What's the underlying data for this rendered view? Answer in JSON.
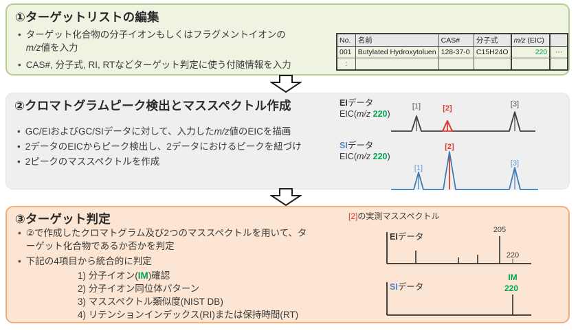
{
  "ui": {
    "bullet_char": "•"
  },
  "colors": {
    "step1_bg": "#eef3e2",
    "step1_border": "#b5cd8e",
    "step2_bg": "#efeff0",
    "step2_border": "#e3e3e5",
    "step3_bg": "#fce5d2",
    "step3_border": "#f0ad7e",
    "green_accent": "#00a651",
    "red_accent": "#e0392f",
    "blue_accent": "#4a86c8",
    "dark_line": "#3f3f3f",
    "blue_line": "#3e7cb6"
  },
  "step1": {
    "title": "①ターゲットリストの編集",
    "bullets": [
      [
        {
          "t": "ターゲット化合物の分子イオンもしくはフラグメントイオンの"
        },
        {
          "t": "m/z",
          "c": "i"
        },
        {
          "t": "値を入力"
        }
      ],
      [
        {
          "t": "CAS#, 分子式, RI, RTなどターゲット判定に使う付随情報を入力"
        }
      ]
    ],
    "table": {
      "headers": [
        "No.",
        "名前",
        "CAS#",
        "分子式",
        "",
        ""
      ],
      "header_mz": [
        {
          "t": "m/z",
          "c": "i"
        },
        {
          "t": " (EIC)"
        }
      ],
      "rows": [
        [
          "001",
          "Butylated Hydroxytoluen",
          "128-37-0",
          "C15H24O",
          "220",
          "⋯"
        ],
        [
          ":",
          "",
          "",
          "",
          "",
          ""
        ]
      ]
    }
  },
  "step2": {
    "title": "②クロマトグラムピーク検出とマススペクトル作成",
    "bullets": [
      [
        {
          "t": "GC/EIおよびGC/SIデータに対して、入力した"
        },
        {
          "t": "m/z",
          "c": "i"
        },
        {
          "t": "値のEICを描画"
        }
      ],
      [
        {
          "t": "2データのEICからピーク検出し、2データにおけるピークを紐づけ"
        }
      ],
      [
        {
          "t": "2ピークのマススペクトルを作成"
        }
      ]
    ],
    "ei": {
      "name": [
        {
          "t": "EI",
          "c": "b"
        },
        {
          "t": "データ"
        }
      ],
      "eic": [
        {
          "t": "EIC("
        },
        {
          "t": "m/z",
          "c": "i"
        },
        {
          "t": " "
        },
        {
          "t": "220",
          "c": "g"
        },
        {
          "t": ")"
        }
      ],
      "peaks": [
        "[1]",
        "[2]",
        "[3]"
      ]
    },
    "si": {
      "name": [
        {
          "t": "SI",
          "c": "blue"
        },
        {
          "t": "データ"
        }
      ],
      "eic": [
        {
          "t": "EIC("
        },
        {
          "t": "m/z",
          "c": "i"
        },
        {
          "t": " "
        },
        {
          "t": "220",
          "c": "g"
        },
        {
          "t": ")"
        }
      ],
      "peaks": [
        "[1]",
        "[2]",
        "[3]"
      ]
    }
  },
  "step3": {
    "title": "③ターゲット判定",
    "bullets": [
      [
        {
          "t": "②で作成したクロマトグラム及び2つのマススペクトルを用いて、ターゲット化合物であるか否かを判定"
        }
      ],
      [
        {
          "t": "下記の4項目から統合的に判定"
        }
      ]
    ],
    "items": [
      [
        {
          "t": "1) 分子イオン("
        },
        {
          "t": "IM",
          "c": "g"
        },
        {
          "t": ")確認"
        }
      ],
      [
        {
          "t": "2) 分子イオン同位体パターン"
        }
      ],
      [
        {
          "t": "3) マススペクトル類似度(NIST DB)"
        }
      ],
      [
        {
          "t": "4) リテンションインデックス(RI)または保持時間(RT)"
        }
      ]
    ],
    "spec_header": [
      {
        "t": "[2]",
        "c": "r"
      },
      {
        "t": "の実測マススペクトル"
      }
    ],
    "ei_spec": {
      "name": [
        {
          "t": "EI",
          "c": "b"
        },
        {
          "t": "データ"
        }
      ],
      "label_205": "205",
      "label_220": "220"
    },
    "si_spec": {
      "name": [
        {
          "t": "SI",
          "c": "blue"
        },
        {
          "t": "データ"
        }
      ],
      "label_im": "IM",
      "label_220": "220"
    }
  },
  "chart_data": [
    {
      "id": "ei-chromatogram",
      "type": "line",
      "subtype": "chromatogram",
      "title": "EIデータ EIC(m/z 220)",
      "color": "#3f3f3f",
      "grid": false,
      "peaks": [
        {
          "label": "[1]",
          "rel_x": 0.17,
          "rel_height": 0.79,
          "highlighted": false
        },
        {
          "label": "[2]",
          "rel_x": 0.39,
          "rel_height": 0.54,
          "highlighted": true
        },
        {
          "label": "[3]",
          "rel_x": 0.86,
          "rel_height": 1.0,
          "highlighted": false
        }
      ]
    },
    {
      "id": "si-chromatogram",
      "type": "line",
      "subtype": "chromatogram",
      "title": "SIデータ EIC(m/z 220)",
      "color": "#3e7cb6",
      "grid": false,
      "peaks": [
        {
          "label": "[1]",
          "rel_x": 0.19,
          "rel_height": 0.45,
          "highlighted": false
        },
        {
          "label": "[2]",
          "rel_x": 0.4,
          "rel_height": 1.0,
          "highlighted": true
        },
        {
          "label": "[3]",
          "rel_x": 0.84,
          "rel_height": 0.58,
          "highlighted": false
        }
      ]
    },
    {
      "id": "ei-mass-spectrum",
      "type": "bar",
      "subtype": "mass-spectrum",
      "title": "[2]の実測マススペクトル — EIデータ",
      "grid": false,
      "peaks": [
        {
          "mz_label": "",
          "rel_x": 0.2,
          "rel_intensity": 0.48,
          "style": "solid"
        },
        {
          "mz_label": "",
          "rel_x": 0.5,
          "rel_intensity": 0.22,
          "style": "solid"
        },
        {
          "mz_label": "",
          "rel_x": 0.63,
          "rel_intensity": 0.33,
          "style": "solid"
        },
        {
          "mz_label": "205",
          "rel_x": 0.78,
          "rel_intensity": 1.0,
          "style": "solid"
        },
        {
          "mz_label": "220",
          "rel_x": 0.86,
          "rel_intensity": 0.12,
          "style": "dotted"
        }
      ]
    },
    {
      "id": "si-mass-spectrum",
      "type": "bar",
      "subtype": "mass-spectrum",
      "title": "SIデータ",
      "grid": false,
      "peaks": [
        {
          "mz_label": "220",
          "annotation": "IM",
          "rel_x": 0.86,
          "rel_intensity": 1.0,
          "style": "solid"
        }
      ]
    }
  ]
}
